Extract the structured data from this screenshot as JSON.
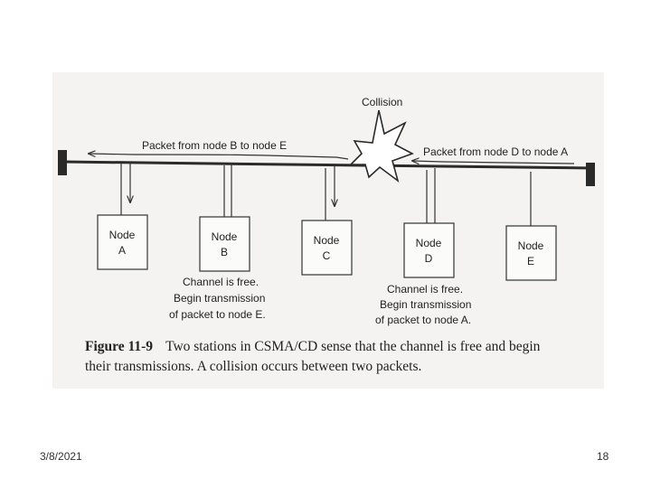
{
  "labels": {
    "collision": "Collision",
    "packet_b_to_e": "Packet from node B to node E",
    "packet_d_to_a": "Packet from node D to node A"
  },
  "nodes": [
    {
      "line1": "Node",
      "line2": "A"
    },
    {
      "line1": "Node",
      "line2": "B"
    },
    {
      "line1": "Node",
      "line2": "C"
    },
    {
      "line1": "Node",
      "line2": "D"
    },
    {
      "line1": "Node",
      "line2": "E"
    }
  ],
  "notes": {
    "b": [
      "Channel is free.",
      "Begin transmission",
      "of packet to node E."
    ],
    "d": [
      "Channel is free.",
      "Begin transmission",
      "of packet to node A."
    ]
  },
  "caption": {
    "figure": "Figure 11-9",
    "line1": "Two stations in CSMA/CD sense that the channel is free and begin",
    "line2": "their transmissions. A collision occurs between two packets."
  },
  "footer": {
    "date": "3/8/2021",
    "page": "18"
  }
}
